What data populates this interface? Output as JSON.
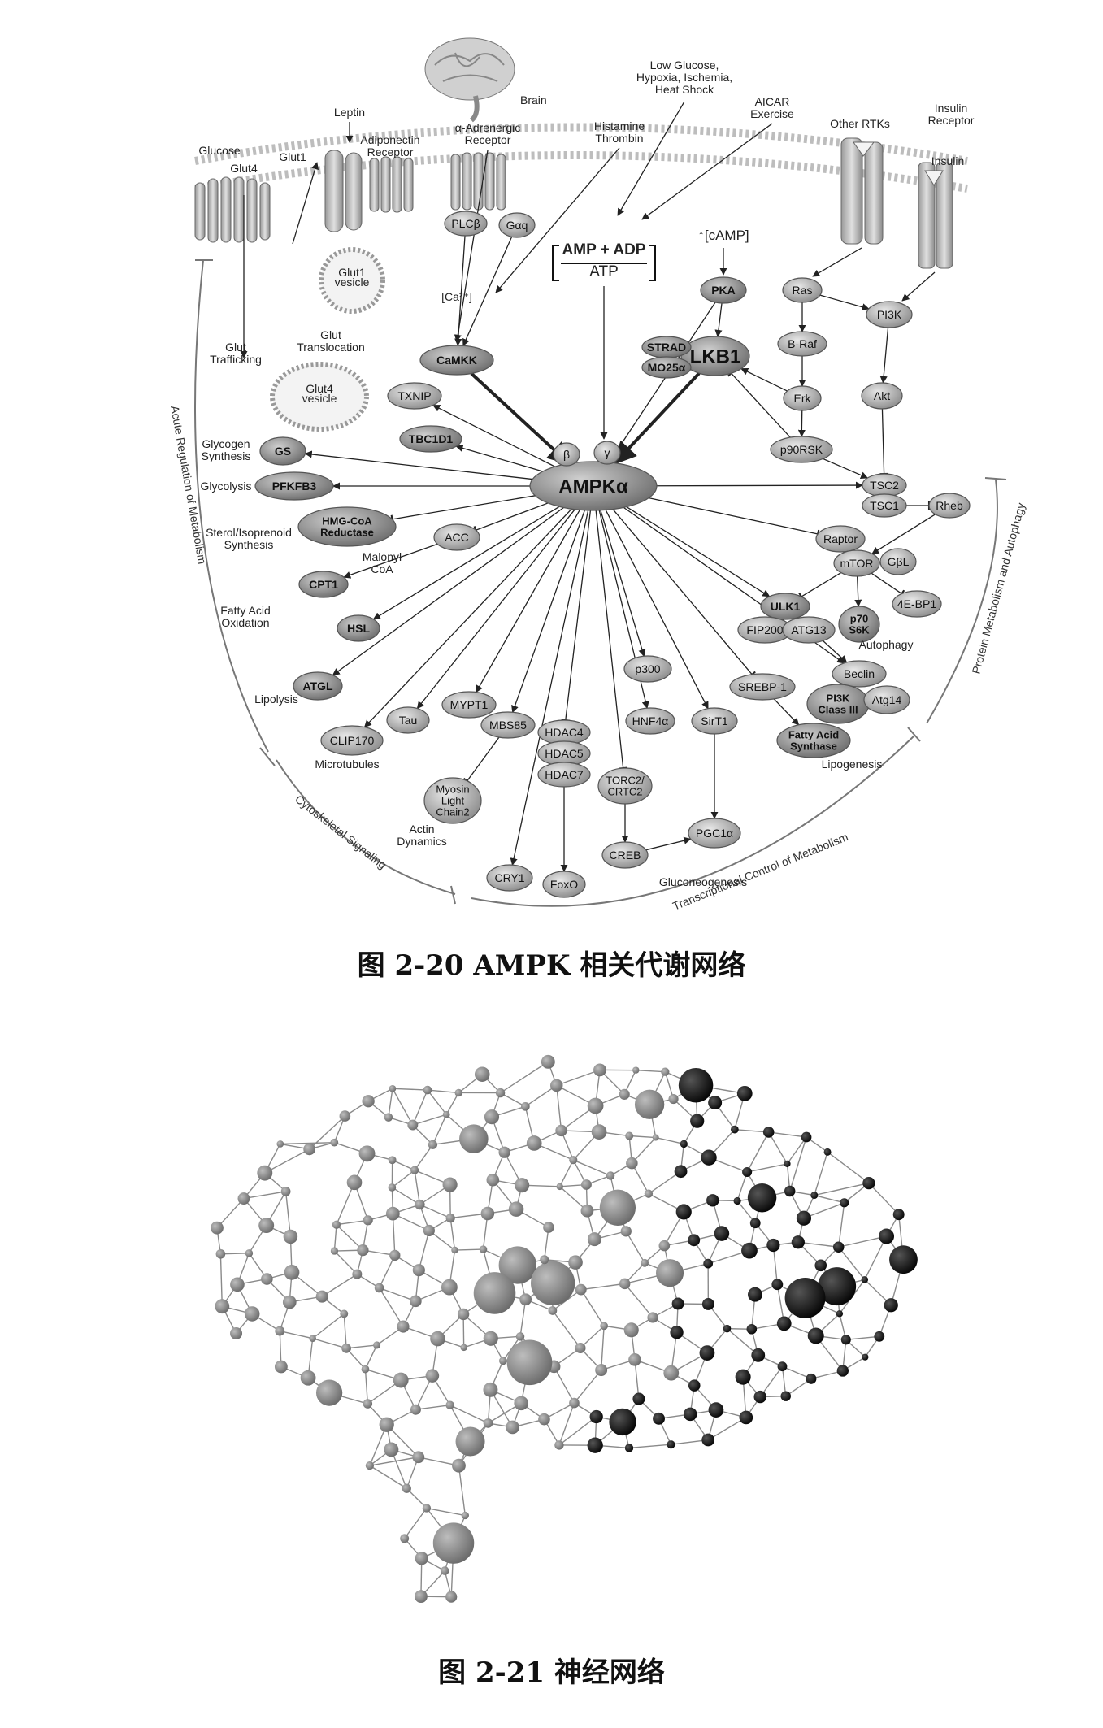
{
  "figure1": {
    "caption": "图 2-20 AMPK 相关代谢网络",
    "nodes": [
      {
        "id": "ampk",
        "label": "AMPKα",
        "big": true
      },
      {
        "id": "beta",
        "label": "β"
      },
      {
        "id": "gamma",
        "label": "γ"
      },
      {
        "id": "camkk",
        "label": "CaMKK"
      },
      {
        "id": "lkb1",
        "label": "LKB1",
        "big": true
      },
      {
        "id": "pka",
        "label": "PKA"
      },
      {
        "id": "txnip",
        "label": "TXNIP"
      },
      {
        "id": "tbc1d1",
        "label": "TBC1D1"
      },
      {
        "id": "gs",
        "label": "GS"
      },
      {
        "id": "pfkfb3",
        "label": "PFKFB3"
      },
      {
        "id": "hmgcoa",
        "label": "HMG-CoA Reductase"
      },
      {
        "id": "acc",
        "label": "ACC"
      },
      {
        "id": "cpt1",
        "label": "CPT1"
      },
      {
        "id": "hsl",
        "label": "HSL"
      },
      {
        "id": "atgl",
        "label": "ATGL"
      },
      {
        "id": "clip",
        "label": "CLIP170"
      },
      {
        "id": "tau",
        "label": "Tau"
      },
      {
        "id": "mypt1",
        "label": "MYPT1"
      },
      {
        "id": "mbs85",
        "label": "MBS85"
      },
      {
        "id": "mlc",
        "label": "Myosin Light Chain2"
      },
      {
        "id": "cry1",
        "label": "CRY1"
      },
      {
        "id": "hdac4",
        "label": "HDAC4"
      },
      {
        "id": "hdac5",
        "label": "HDAC5"
      },
      {
        "id": "hdac7",
        "label": "HDAC7"
      },
      {
        "id": "foxo",
        "label": "FoxO"
      },
      {
        "id": "torc2",
        "label": "TORC2/ CRTC2"
      },
      {
        "id": "creb",
        "label": "CREB"
      },
      {
        "id": "pgc1a",
        "label": "PGC1α"
      },
      {
        "id": "hnf4a",
        "label": "HNF4α"
      },
      {
        "id": "p300",
        "label": "p300"
      },
      {
        "id": "sirt1",
        "label": "SirT1"
      },
      {
        "id": "srebp1",
        "label": "SREBP-1"
      },
      {
        "id": "fas",
        "label": "Fatty Acid Synthase"
      },
      {
        "id": "beclin",
        "label": "Beclin"
      },
      {
        "id": "pi3k3",
        "label": "PI3K Class III"
      },
      {
        "id": "atg14",
        "label": "Atg14"
      },
      {
        "id": "ulk1",
        "label": "ULK1"
      },
      {
        "id": "fip200",
        "label": "FIP200"
      },
      {
        "id": "atg13",
        "label": "ATG13"
      },
      {
        "id": "p70s6k",
        "label": "p70 S6K"
      },
      {
        "id": "ebp1",
        "label": "4E-BP1"
      },
      {
        "id": "raptor",
        "label": "Raptor"
      },
      {
        "id": "mtor",
        "label": "mTOR"
      },
      {
        "id": "gbl",
        "label": "GβL"
      },
      {
        "id": "tsc2",
        "label": "TSC2"
      },
      {
        "id": "tsc1",
        "label": "TSC1"
      },
      {
        "id": "rheb",
        "label": "Rheb"
      },
      {
        "id": "akt",
        "label": "Akt"
      },
      {
        "id": "pi3k",
        "label": "PI3K"
      },
      {
        "id": "ras",
        "label": "Ras"
      },
      {
        "id": "braf",
        "label": "B-Raf"
      },
      {
        "id": "erk",
        "label": "Erk"
      },
      {
        "id": "p90rsk",
        "label": "p90RSK"
      },
      {
        "id": "plcb",
        "label": "PLCβ"
      },
      {
        "id": "gaq",
        "label": "Gαq"
      },
      {
        "id": "strad",
        "label": "STRAD"
      },
      {
        "id": "mo25",
        "label": "MO25α"
      }
    ],
    "labels": [
      {
        "id": "brain",
        "text": "Brain"
      },
      {
        "id": "leptin",
        "text": "Leptin"
      },
      {
        "id": "glucose",
        "text": "Glucose"
      },
      {
        "id": "glut4",
        "text": "Glut4"
      },
      {
        "id": "glut1",
        "text": "Glut1"
      },
      {
        "id": "adipo1",
        "text": "Adiponectin"
      },
      {
        "id": "adipo2",
        "text": "Receptor"
      },
      {
        "id": "alpha1",
        "text": "α-Adrenergic"
      },
      {
        "id": "alpha2",
        "text": "Receptor"
      },
      {
        "id": "hist1",
        "text": "Histamine"
      },
      {
        "id": "hist2",
        "text": "Thrombin"
      },
      {
        "id": "low1",
        "text": "Low Glucose,"
      },
      {
        "id": "low2",
        "text": "Hypoxia, Ischemia,"
      },
      {
        "id": "low3",
        "text": "Heat Shock"
      },
      {
        "id": "aicar1",
        "text": "AICAR"
      },
      {
        "id": "aicar2",
        "text": "Exercise"
      },
      {
        "id": "rtk",
        "text": "Other RTKs"
      },
      {
        "id": "insr1",
        "text": "Insulin"
      },
      {
        "id": "insr2",
        "text": "Receptor"
      },
      {
        "id": "insulin",
        "text": "Insulin"
      },
      {
        "id": "ampadp",
        "text": "AMP + ADP"
      },
      {
        "id": "atp",
        "text": "ATP"
      },
      {
        "id": "camp",
        "text": "↑[cAMP]"
      },
      {
        "id": "ca",
        "text": "[Ca²⁺]"
      },
      {
        "id": "glut1v1",
        "text": "Glut1"
      },
      {
        "id": "glut1v2",
        "text": "vesicle"
      },
      {
        "id": "glut4v1",
        "text": "Glut4"
      },
      {
        "id": "glut4v2",
        "text": "vesicle"
      },
      {
        "id": "gtrans1",
        "text": "Glut"
      },
      {
        "id": "gtrans2",
        "text": "Translocation"
      },
      {
        "id": "gtraf1",
        "text": "Glut"
      },
      {
        "id": "gtraf2",
        "text": "Trafficking"
      },
      {
        "id": "glycosyn1",
        "text": "Glycogen"
      },
      {
        "id": "glycosyn2",
        "text": "Synthesis"
      },
      {
        "id": "glycolysis",
        "text": "Glycolysis"
      },
      {
        "id": "sterol1",
        "text": "Sterol/Isoprenoid"
      },
      {
        "id": "sterol2",
        "text": "Synthesis"
      },
      {
        "id": "malonyl1",
        "text": "Malonyl"
      },
      {
        "id": "malonyl2",
        "text": "CoA"
      },
      {
        "id": "fao1",
        "text": "Fatty Acid"
      },
      {
        "id": "fao2",
        "text": "Oxidation"
      },
      {
        "id": "lipolysis",
        "text": "Lipolysis"
      },
      {
        "id": "microtubules",
        "text": "Microtubules"
      },
      {
        "id": "actin1",
        "text": "Actin"
      },
      {
        "id": "actin2",
        "text": "Dynamics"
      },
      {
        "id": "gluconeo",
        "text": "Gluconeogenesis"
      },
      {
        "id": "lipogenesis",
        "text": "Lipogenesis"
      },
      {
        "id": "autophagy",
        "text": "Autophagy"
      },
      {
        "id": "arc_left",
        "text": "Acute Regulation of Metabolism"
      },
      {
        "id": "arc_cyto",
        "text": "Cytoskeletal Signaling"
      },
      {
        "id": "arc_trans",
        "text": "Transcriptional Control of Metabolism"
      },
      {
        "id": "arc_right",
        "text": "Protein Metabolism and Autophagy"
      }
    ]
  },
  "figure2": {
    "caption": "图 2-21 神经网络"
  }
}
